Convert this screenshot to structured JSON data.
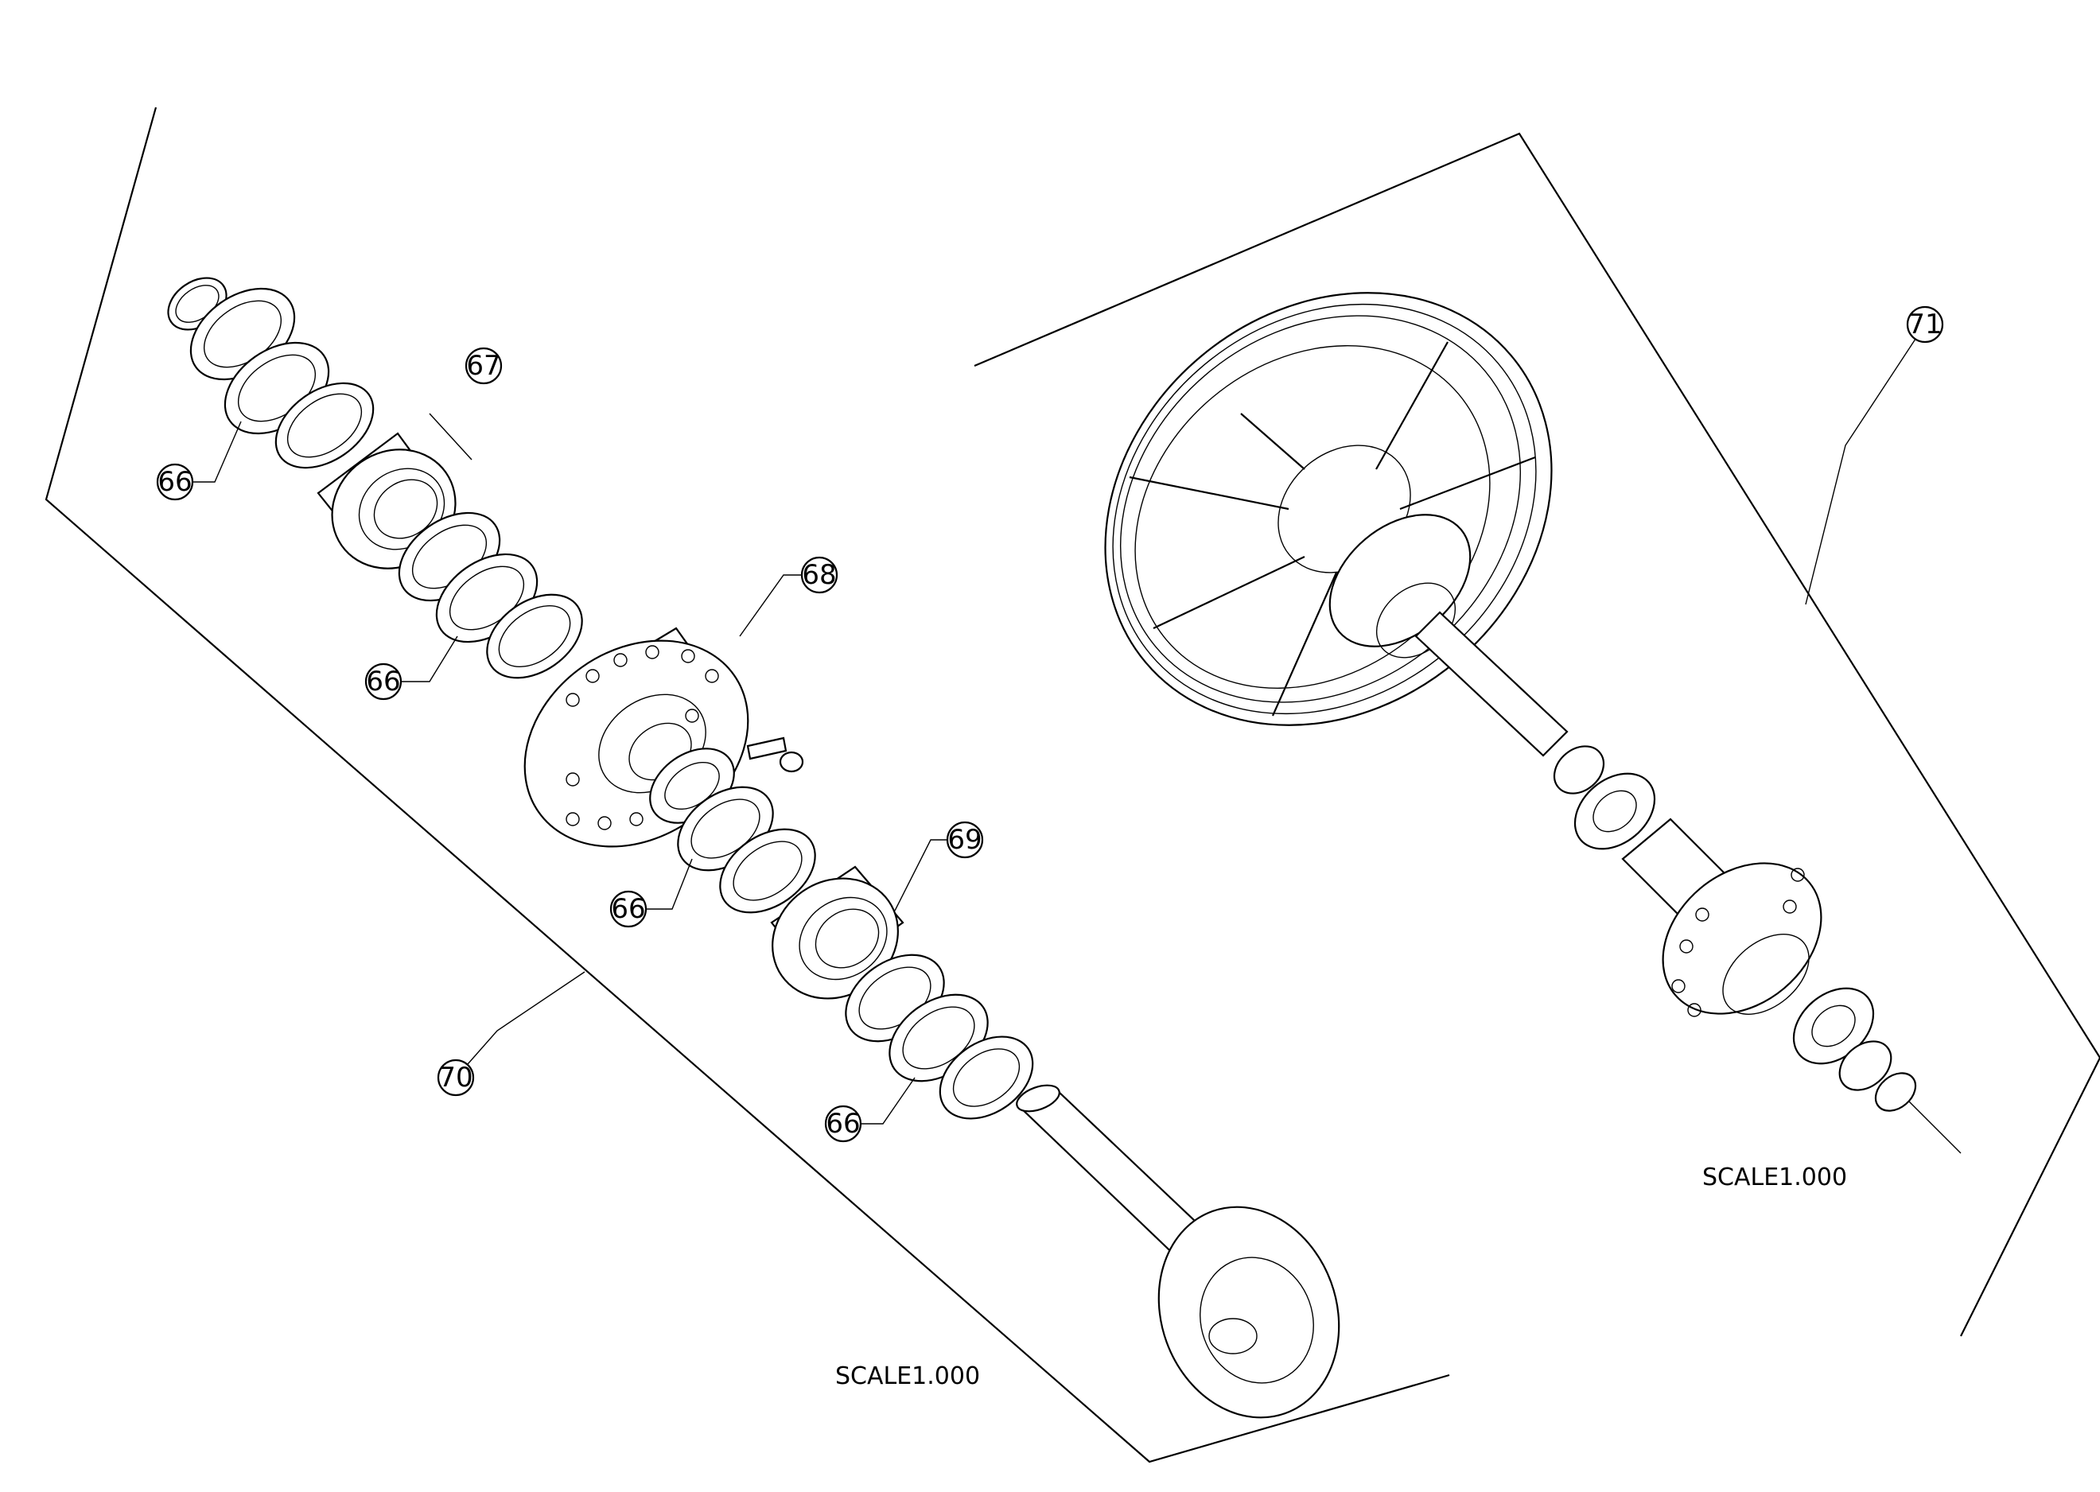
{
  "balloons": {
    "b66a": "66",
    "b66b": "66",
    "b66c": "66",
    "b66d": "66",
    "b67": "67",
    "b68": "68",
    "b69": "69",
    "b70": "70",
    "b71": "71"
  },
  "scales": {
    "left": "SCALE1.000",
    "right": "SCALE1.000"
  },
  "colors": {
    "line": "#000000",
    "background": "#ffffff"
  }
}
